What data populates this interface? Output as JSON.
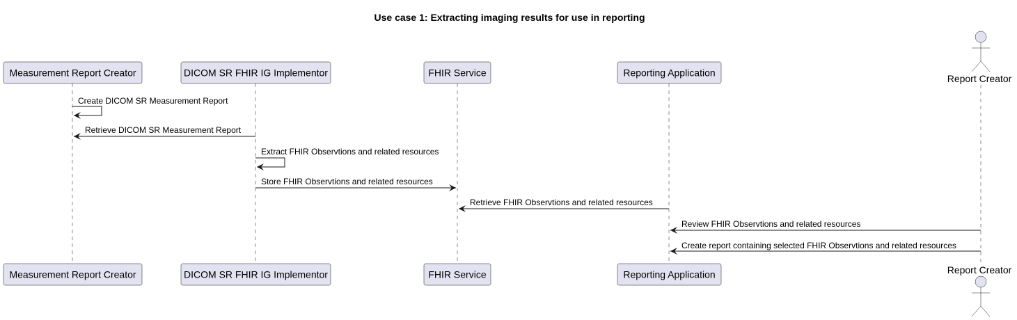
{
  "title": "Use case 1: Extracting imaging results for use in reporting",
  "participants": [
    {
      "id": "mrc",
      "label": "Measurement Report Creator",
      "kind": "participant"
    },
    {
      "id": "impl",
      "label": "DICOM SR FHIR IG Implementor",
      "kind": "participant"
    },
    {
      "id": "fhir",
      "label": "FHIR Service",
      "kind": "participant"
    },
    {
      "id": "rapp",
      "label": "Reporting Application",
      "kind": "participant"
    },
    {
      "id": "rc",
      "label": "Report Creator",
      "kind": "actor"
    }
  ],
  "messages": [
    {
      "from": "mrc",
      "to": "mrc",
      "label": "Create DICOM SR Measurement Report"
    },
    {
      "from": "impl",
      "to": "mrc",
      "label": "Retrieve DICOM SR Measurement Report"
    },
    {
      "from": "impl",
      "to": "impl",
      "label": "Extract FHIR Observtions and related resources"
    },
    {
      "from": "impl",
      "to": "fhir",
      "label": "Store FHIR Observtions and related resources"
    },
    {
      "from": "rapp",
      "to": "fhir",
      "label": "Retrieve FHIR Observtions and related resources"
    },
    {
      "from": "rc",
      "to": "rapp",
      "label": "Review FHIR Observtions and related resources"
    },
    {
      "from": "rc",
      "to": "rapp",
      "label": "Create report containing selected FHIR Observtions and related resources"
    }
  ]
}
